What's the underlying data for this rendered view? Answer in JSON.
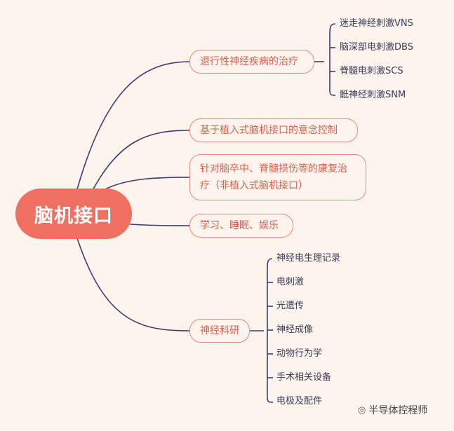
{
  "root": {
    "label": "脑机接口"
  },
  "branches": [
    {
      "label": "退行性神经疾病的治疗",
      "children": [
        "迷走神经刺激VNS",
        "脑深部电刺激DBS",
        "脊髓电刺激SCS",
        "骶神经刺激SNM"
      ]
    },
    {
      "label": "基于植入式脑机接口的意念控制",
      "children": []
    },
    {
      "label": "针对脑卒中、脊髓损伤等的康复治疗（非植入式脑机接口）",
      "children": []
    },
    {
      "label": "学习、睡眠、娱乐",
      "children": []
    },
    {
      "label": "神经科研",
      "children": [
        "神经电生理记录",
        "电刺激",
        "光遗传",
        "神经成像",
        "动物行为学",
        "手术相关设备",
        "电极及配件"
      ]
    }
  ],
  "watermark": {
    "text": "半导体控程师"
  },
  "colors": {
    "root": "#f0705f",
    "node_text": "#e0604f",
    "node_border": "#e58a7c",
    "line": "#3d3b6b",
    "background": "#fdf4ee"
  }
}
